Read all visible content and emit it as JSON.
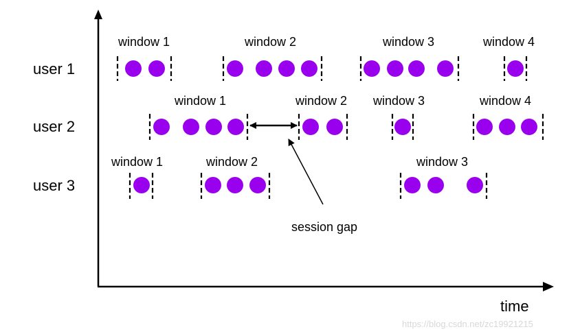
{
  "axis": {
    "time_label": "time"
  },
  "rows": [
    {
      "label": "user 1",
      "windows": [
        {
          "label": "window 1",
          "events": 2
        },
        {
          "label": "window 2",
          "events": 4
        },
        {
          "label": "window 3",
          "events": 4
        },
        {
          "label": "window 4",
          "events": 1
        }
      ]
    },
    {
      "label": "user 2",
      "windows": [
        {
          "label": "window 1",
          "events": 4
        },
        {
          "label": "window 2",
          "events": 2
        },
        {
          "label": "window 3",
          "events": 1
        },
        {
          "label": "window 4",
          "events": 3
        }
      ]
    },
    {
      "label": "user 3",
      "windows": [
        {
          "label": "window 1",
          "events": 1
        },
        {
          "label": "window 2",
          "events": 3
        },
        {
          "label": "window 3",
          "events": 3
        }
      ]
    }
  ],
  "annotation": {
    "label": "session gap"
  },
  "watermark": "https://blog.csdn.net/zc19921215",
  "colors": {
    "event": "#9900ee",
    "line": "#000000",
    "watermark": "#d8d8d8"
  }
}
